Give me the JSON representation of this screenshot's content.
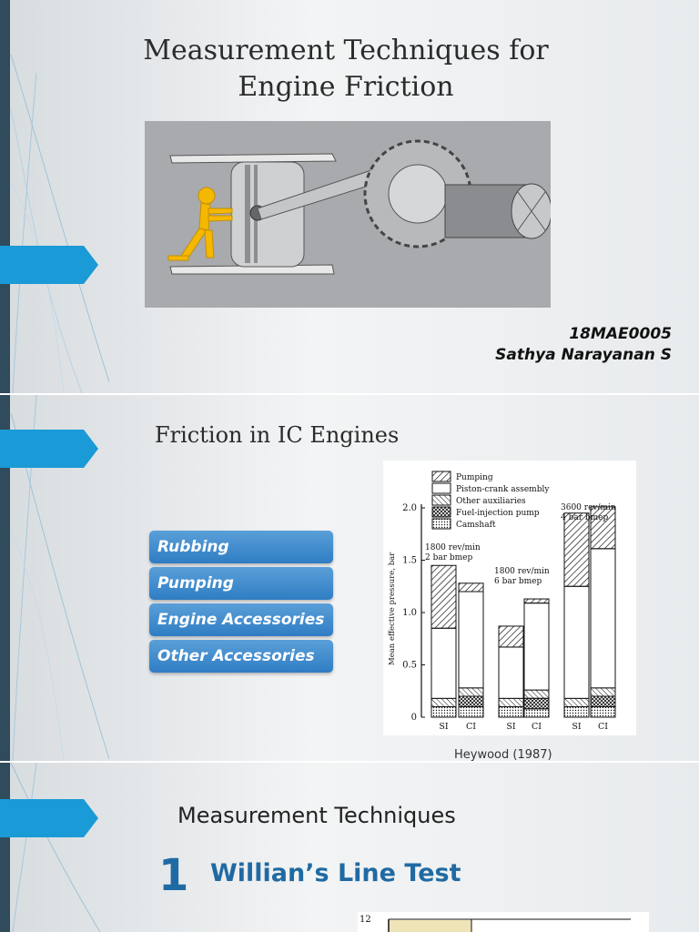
{
  "slide1": {
    "title_line1": "Measurement Techniques for",
    "title_line2": "Engine Friction",
    "author_id": "18MAE0005",
    "author_name": "Sathya Narayanan S"
  },
  "slide2": {
    "title": "Friction in IC Engines",
    "items": [
      "Rubbing",
      "Pumping",
      "Engine Accessories",
      "Other Accessories"
    ],
    "caption": "Heywood (1987)",
    "figure": {
      "legend": [
        "Pumping",
        "Piston-crank assembly",
        "Other auxiliaries",
        "Fuel-injection pump",
        "Camshaft"
      ],
      "ylabel": "Mean effective pressure, bar",
      "yticks": [
        "0",
        "0.5",
        "1.0",
        "1.5",
        "2.0"
      ],
      "groups": [
        {
          "label_line1": "1800 rev/min",
          "label_line2": "2 bar bmep",
          "bars": [
            "SI",
            "CI"
          ]
        },
        {
          "label_line1": "1800 rev/min",
          "label_line2": "6 bar bmep",
          "bars": [
            "SI",
            "CI"
          ]
        },
        {
          "label_line1": "3600 rev/min",
          "label_line2": "4 bar bmep",
          "bars": [
            "SI",
            "CI"
          ]
        }
      ]
    }
  },
  "slide3": {
    "title": "Measurement Techniques",
    "number": "1",
    "subtitle": "Willian’s Line Test",
    "graph_tick": "12"
  },
  "chart_data": {
    "type": "bar",
    "ylabel": "Mean effective pressure, bar",
    "ylim": [
      0,
      2.0
    ],
    "categories": [
      "SI",
      "CI",
      "SI",
      "CI",
      "SI",
      "CI"
    ],
    "series": [
      {
        "name": "Camshaft",
        "values": [
          0.1,
          0.1,
          0.1,
          0.08,
          0.1,
          0.1
        ]
      },
      {
        "name": "Fuel-injection pump",
        "values": [
          0,
          0.1,
          0,
          0.1,
          0,
          0.1
        ]
      },
      {
        "name": "Other auxiliaries",
        "values": [
          0.08,
          0.08,
          0.08,
          0.08,
          0.08,
          0.08
        ]
      },
      {
        "name": "Piston-crank assembly",
        "values": [
          0.67,
          0.92,
          0.49,
          0.83,
          1.07,
          1.33
        ]
      },
      {
        "name": "Pumping",
        "values": [
          0.6,
          0.08,
          0.2,
          0.04,
          0.7,
          0.4
        ]
      }
    ]
  }
}
